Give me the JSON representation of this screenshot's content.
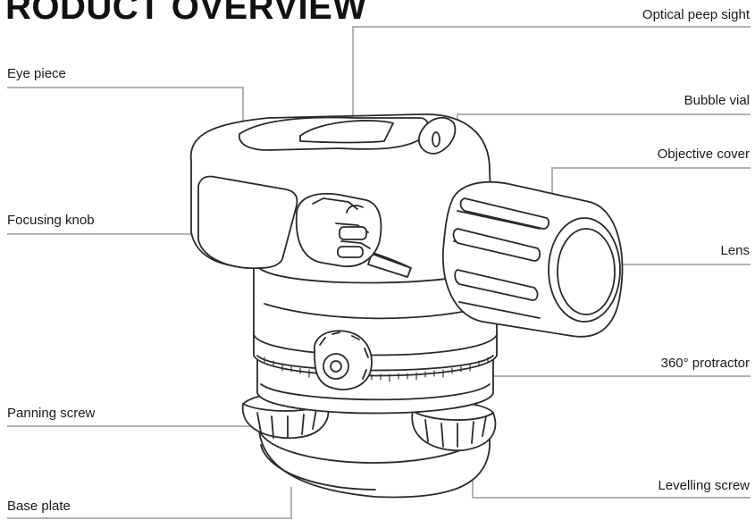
{
  "title": "RODUCT OVERVIEW",
  "labels": {
    "optical_peep_sight": "Optical peep sight",
    "eye_piece": "Eye piece",
    "bubble_vial": "Bubble vial",
    "objective_cover": "Objective cover",
    "focusing_knob": "Focusing knob",
    "lens": "Lens",
    "protractor": "360° protractor",
    "panning_screw": "Panning screw",
    "levelling_screw": "Levelling screw",
    "base_plate": "Base plate"
  },
  "colors": {
    "leader_line": "#b3b3b3",
    "outline": "#2a2a2a"
  }
}
